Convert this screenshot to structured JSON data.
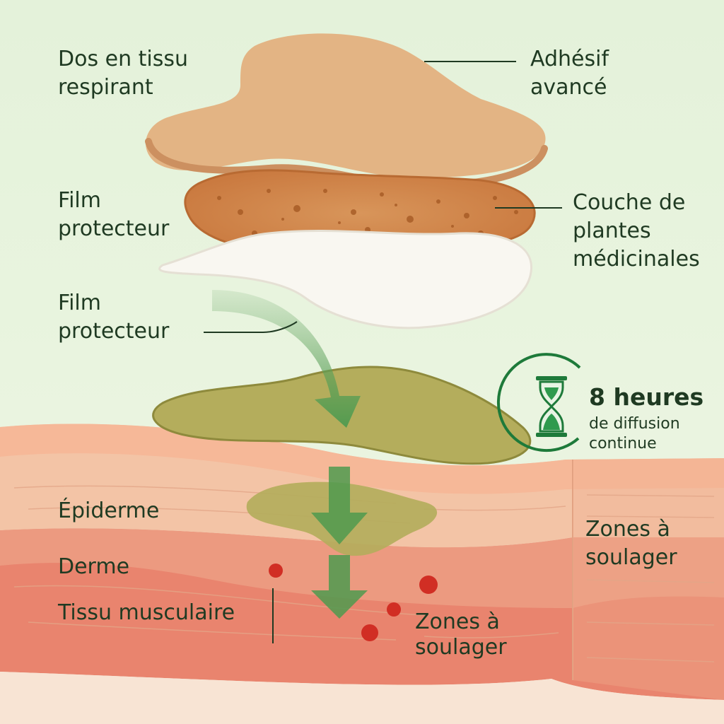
{
  "labels": {
    "backing": [
      "Dos en tissu",
      "respirant"
    ],
    "adhesive": [
      "Adhésif",
      "avancé"
    ],
    "film_1": [
      "Film",
      "protecteur"
    ],
    "herbal_layer": [
      "Couche de",
      "plantes",
      "médicinales"
    ],
    "film_2": [
      "Film",
      "protecteur"
    ],
    "epidermis": "Épiderme",
    "dermis": "Derme",
    "muscle": "Tissu musculaire",
    "zones_right": [
      "Zones à",
      "soulager"
    ],
    "zones_bottom": [
      "Zones à",
      "soulager"
    ]
  },
  "badge": {
    "hours": "8 heures",
    "subtitle": [
      "de diffusion",
      "continue"
    ],
    "icon": "hourglass-icon"
  },
  "colors": {
    "background": "#e6f2dc",
    "patch_top": "#e0b080",
    "herbal": "#d48c50",
    "film": "#f8f6f0",
    "gel": "#b2ab5a",
    "arrow": "#5fa05a",
    "skin_top": "#f2c3a4",
    "dermis": "#e98a72",
    "dots": "#d12e24",
    "text": "#1f3a22",
    "accent": "#1e7a3a"
  }
}
